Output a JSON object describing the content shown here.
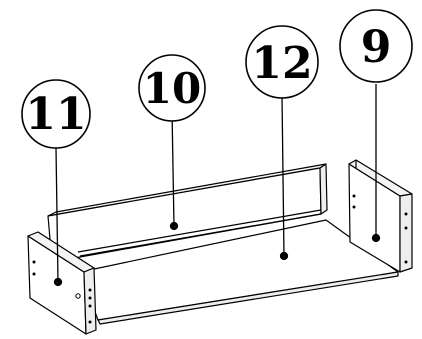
{
  "diagram": {
    "callouts": [
      {
        "id": "part-11",
        "label": "11"
      },
      {
        "id": "part-10",
        "label": "10"
      },
      {
        "id": "part-12",
        "label": "12"
      },
      {
        "id": "part-9",
        "label": "9"
      }
    ],
    "colors": {
      "line": "#000000",
      "panel_fill": "#ffffff",
      "edge_fill": "#f2f2f2"
    }
  }
}
